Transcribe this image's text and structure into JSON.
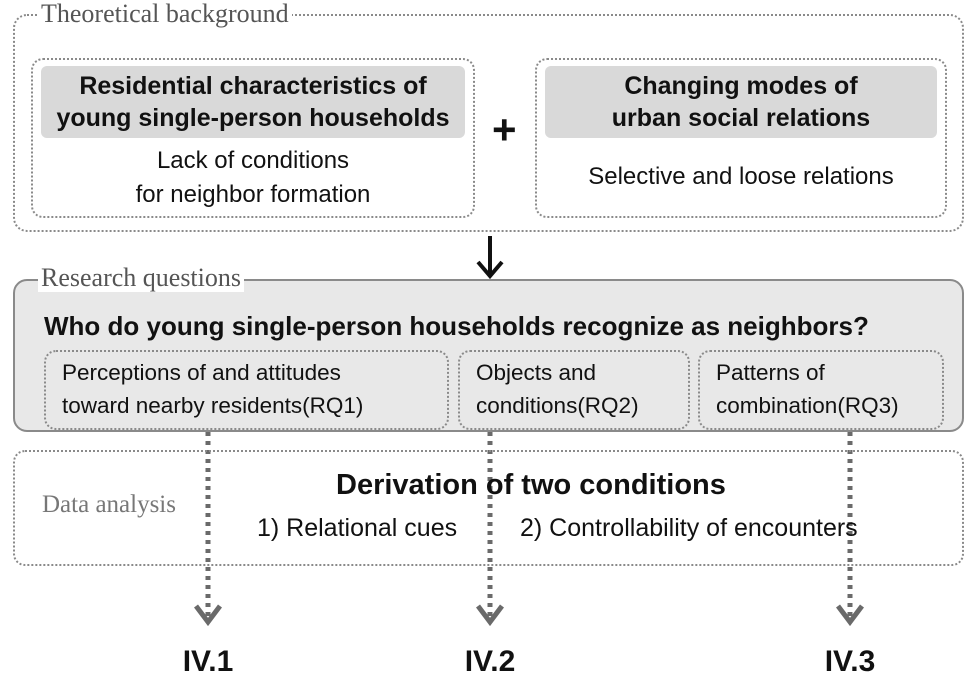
{
  "theoretical_background": {
    "label": "Theoretical background",
    "left_box": {
      "title_line1": "Residential characteristics of",
      "title_line2": "young single-person households",
      "body_line1": "Lack of conditions",
      "body_line2": "for neighbor formation"
    },
    "plus": "+",
    "right_box": {
      "title_line1": "Changing modes of",
      "title_line2": "urban social relations",
      "body": "Selective and loose relations"
    }
  },
  "research_questions": {
    "label": "Research questions",
    "main_question": "Who do young single-person households recognize as neighbors?",
    "rq1_line1": "Perceptions of and attitudes",
    "rq1_line2": "toward nearby residents(RQ1)",
    "rq2_line1": "Objects and",
    "rq2_line2": "conditions(RQ2)",
    "rq3_line1": "Patterns of",
    "rq3_line2": "combination(RQ3)"
  },
  "data_analysis": {
    "label": "Data analysis",
    "title": "Derivation of two conditions",
    "condition1": "1) Relational cues",
    "condition2": "2) Controllability of encounters"
  },
  "outcomes": [
    "IV.1",
    "IV.2",
    "IV.3"
  ]
}
